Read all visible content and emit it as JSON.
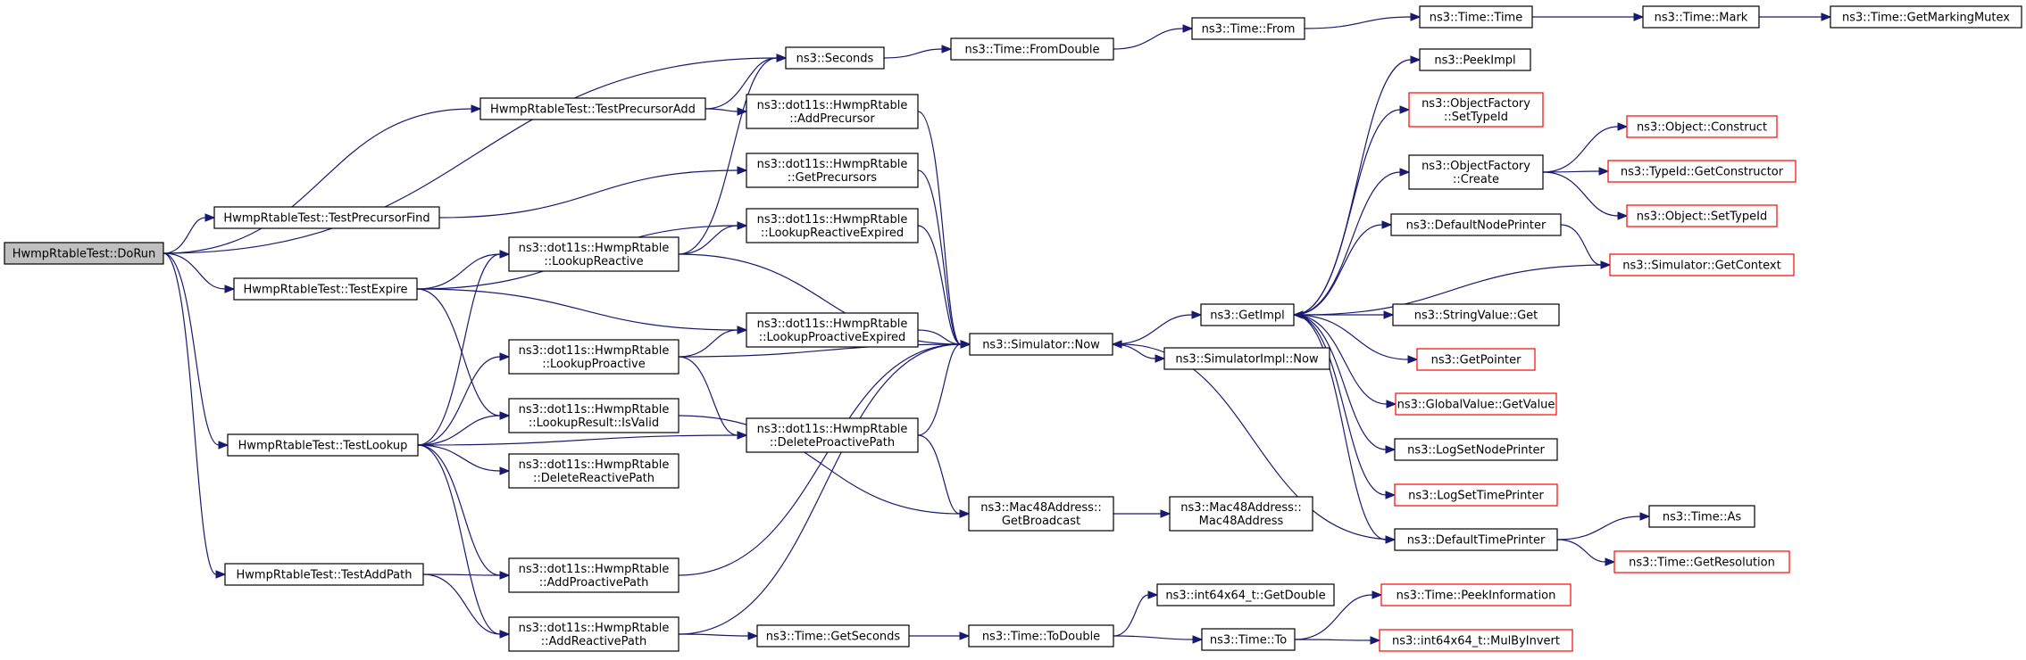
{
  "colors": {
    "edge": "#191970",
    "external_border": "#ff0000",
    "root_fill": "#bfbfbf",
    "node_border": "#000000"
  },
  "nodes": [
    {
      "id": "dorun",
      "lines": [
        "HwmpRtableTest::DoRun"
      ],
      "kind": "root"
    },
    {
      "id": "tpa",
      "lines": [
        "HwmpRtableTest::TestPrecursorAdd"
      ]
    },
    {
      "id": "tpf",
      "lines": [
        "HwmpRtableTest::TestPrecursorFind"
      ]
    },
    {
      "id": "texp",
      "lines": [
        "HwmpRtableTest::TestExpire"
      ]
    },
    {
      "id": "tlook",
      "lines": [
        "HwmpRtableTest::TestLookup"
      ]
    },
    {
      "id": "tadd",
      "lines": [
        "HwmpRtableTest::TestAddPath"
      ]
    },
    {
      "id": "seconds",
      "lines": [
        "ns3::Seconds"
      ]
    },
    {
      "id": "lr",
      "lines": [
        "ns3::dot11s::HwmpRtable",
        "::LookupReactive"
      ]
    },
    {
      "id": "lp",
      "lines": [
        "ns3::dot11s::HwmpRtable",
        "::LookupProactive"
      ]
    },
    {
      "id": "isvalid",
      "lines": [
        "ns3::dot11s::HwmpRtable",
        "::LookupResult::IsValid"
      ]
    },
    {
      "id": "drp",
      "lines": [
        "ns3::dot11s::HwmpRtable",
        "::DeleteReactivePath"
      ]
    },
    {
      "id": "app",
      "lines": [
        "ns3::dot11s::HwmpRtable",
        "::AddProactivePath"
      ]
    },
    {
      "id": "arp",
      "lines": [
        "ns3::dot11s::HwmpRtable",
        "::AddReactivePath"
      ]
    },
    {
      "id": "fromdouble",
      "lines": [
        "ns3::Time::FromDouble"
      ]
    },
    {
      "id": "addprec",
      "lines": [
        "ns3::dot11s::HwmpRtable",
        "::AddPrecursor"
      ]
    },
    {
      "id": "getprec",
      "lines": [
        "ns3::dot11s::HwmpRtable",
        "::GetPrecursors"
      ]
    },
    {
      "id": "lre",
      "lines": [
        "ns3::dot11s::HwmpRtable",
        "::LookupReactiveExpired"
      ]
    },
    {
      "id": "lpe",
      "lines": [
        "ns3::dot11s::HwmpRtable",
        "::LookupProactiveExpired"
      ]
    },
    {
      "id": "dpp",
      "lines": [
        "ns3::dot11s::HwmpRtable",
        "::DeleteProactivePath"
      ]
    },
    {
      "id": "getsec",
      "lines": [
        "ns3::Time::GetSeconds"
      ]
    },
    {
      "id": "now",
      "lines": [
        "ns3::Simulator::Now"
      ]
    },
    {
      "id": "bcast",
      "lines": [
        "ns3::Mac48Address::",
        "GetBroadcast"
      ]
    },
    {
      "id": "todouble",
      "lines": [
        "ns3::Time::ToDouble"
      ]
    },
    {
      "id": "from",
      "lines": [
        "ns3::Time::From"
      ]
    },
    {
      "id": "getimpl",
      "lines": [
        "ns3::GetImpl"
      ]
    },
    {
      "id": "simplnow",
      "lines": [
        "ns3::SimulatorImpl::Now"
      ]
    },
    {
      "id": "mac48",
      "lines": [
        "ns3::Mac48Address::",
        "Mac48Address"
      ]
    },
    {
      "id": "getdouble",
      "lines": [
        "ns3::int64x64_t::GetDouble"
      ]
    },
    {
      "id": "timeto",
      "lines": [
        "ns3::Time::To"
      ]
    },
    {
      "id": "timetime",
      "lines": [
        "ns3::Time::Time"
      ]
    },
    {
      "id": "peekimpl",
      "lines": [
        "ns3::PeekImpl"
      ]
    },
    {
      "id": "ofset",
      "lines": [
        "ns3::ObjectFactory",
        "::SetTypeId"
      ],
      "kind": "ext"
    },
    {
      "id": "ofcreate",
      "lines": [
        "ns3::ObjectFactory",
        "::Create"
      ]
    },
    {
      "id": "dnp",
      "lines": [
        "ns3::DefaultNodePrinter"
      ]
    },
    {
      "id": "svget",
      "lines": [
        "ns3::StringValue::Get"
      ]
    },
    {
      "id": "getptr",
      "lines": [
        "ns3::GetPointer"
      ],
      "kind": "ext"
    },
    {
      "id": "gvget",
      "lines": [
        "ns3::GlobalValue::GetValue"
      ],
      "kind": "ext"
    },
    {
      "id": "lsnp",
      "lines": [
        "ns3::LogSetNodePrinter"
      ]
    },
    {
      "id": "lstp",
      "lines": [
        "ns3::LogSetTimePrinter"
      ],
      "kind": "ext"
    },
    {
      "id": "dtp",
      "lines": [
        "ns3::DefaultTimePrinter"
      ]
    },
    {
      "id": "peekinfo",
      "lines": [
        "ns3::Time::PeekInformation"
      ],
      "kind": "ext"
    },
    {
      "id": "mulinv",
      "lines": [
        "ns3::int64x64_t::MulByInvert"
      ],
      "kind": "ext"
    },
    {
      "id": "mark",
      "lines": [
        "ns3::Time::Mark"
      ]
    },
    {
      "id": "objconstruct",
      "lines": [
        "ns3::Object::Construct"
      ],
      "kind": "ext"
    },
    {
      "id": "tidctor",
      "lines": [
        "ns3::TypeId::GetConstructor"
      ],
      "kind": "ext"
    },
    {
      "id": "objset",
      "lines": [
        "ns3::Object::SetTypeId"
      ],
      "kind": "ext"
    },
    {
      "id": "simctx",
      "lines": [
        "ns3::Simulator::GetContext"
      ],
      "kind": "ext"
    },
    {
      "id": "timeas",
      "lines": [
        "ns3::Time::As"
      ]
    },
    {
      "id": "timeres",
      "lines": [
        "ns3::Time::GetResolution"
      ],
      "kind": "ext"
    },
    {
      "id": "gmm",
      "lines": [
        "ns3::Time::GetMarkingMutex"
      ]
    }
  ]
}
